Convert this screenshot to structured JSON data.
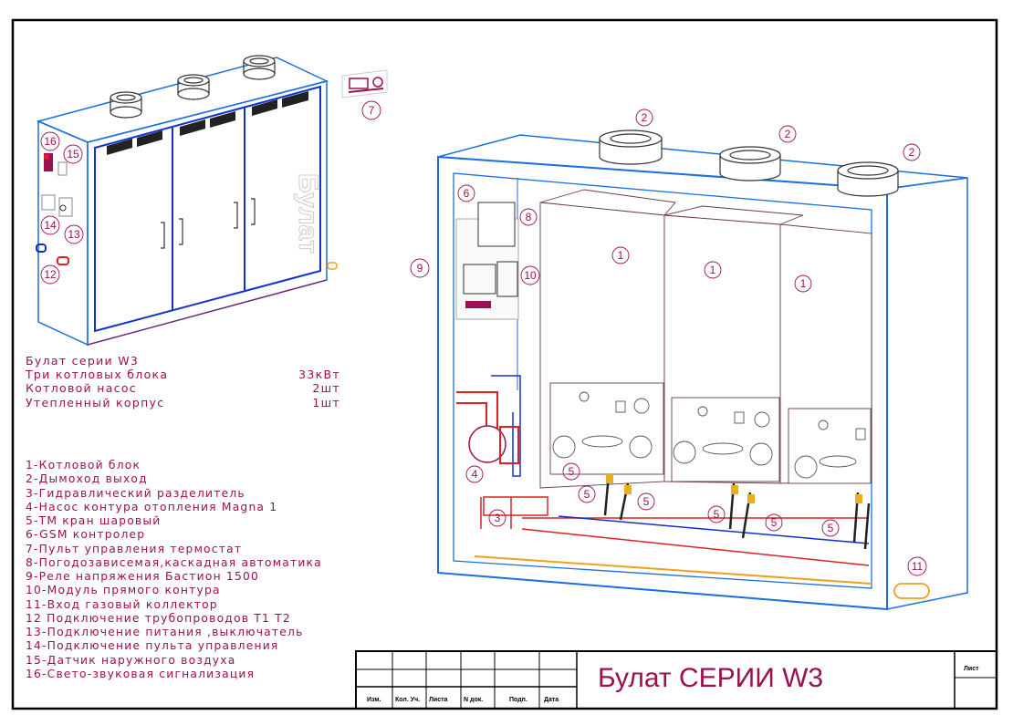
{
  "spec": {
    "title": "Булат серии W3",
    "rows": [
      {
        "label": "Три котловых блока",
        "qty": "33кВт"
      },
      {
        "label": "Котловой насос",
        "qty": "2шт"
      },
      {
        "label": "Утепленный корпус",
        "qty": "1шт"
      }
    ]
  },
  "legend": [
    "1-Котловой блок",
    "2-Дымоход выход",
    "3-Гидравлический разделитель",
    "4-Насос контура отопления Magna 1",
    "5-ТМ кран шаровый",
    "6-GSM контролер",
    "7-Пульт управления термостат",
    "8-Погодозависемая,каскадная автоматика",
    "9-Реле напряжения Бастион 1500",
    "10-Модуль прямого контура",
    "11-Вход газовый коллектор",
    "12 Подключение трубопроводов Т1 Т2",
    "13-Подключение питания ,выключатель",
    "14-Подключение пульта управления",
    "15-Датчик наружного воздуха",
    "16-Свето-звуковая сигнализация"
  ],
  "brand_logo": "Булат",
  "callouts": {
    "c1": "1",
    "c2": "2",
    "c3": "3",
    "c4": "4",
    "c5": "5",
    "c6": "6",
    "c7": "7",
    "c8": "8",
    "c9": "9",
    "c10": "10",
    "c11": "11",
    "c12": "12",
    "c13": "13",
    "c14": "14",
    "c15": "15",
    "c16": "16"
  },
  "title_block": {
    "title": "Булат СЕРИИ W3",
    "columns": [
      "Изм.",
      "Кол. Уч.",
      "Листа",
      "N док.",
      "Подп.",
      "Дата"
    ],
    "sheet_label": "Лист"
  },
  "colors": {
    "accent_blue": "#1a6fe0",
    "text_magenta": "#9b1050",
    "hot_pipe": "#e02020",
    "cold_pipe": "#1030d0",
    "gas": "#f0a020"
  }
}
